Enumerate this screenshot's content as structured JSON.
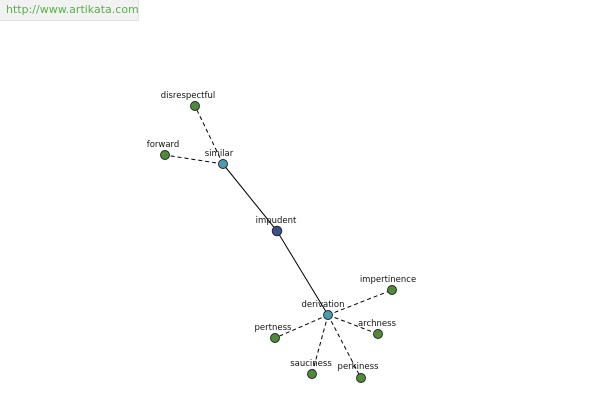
{
  "header": {
    "site_url": "http://www.artikata.com",
    "link_color": "#59b04a",
    "badge_background": "#f2f2f2"
  },
  "graph": {
    "colors": {
      "center": "#3d4e8c",
      "relation": "#4b9bb0",
      "term": "#4f8a3a"
    },
    "nodes": {
      "impudent": {
        "label": "impudent",
        "kind": "center"
      },
      "similar": {
        "label": "similar",
        "kind": "relation"
      },
      "derivation": {
        "label": "derivation",
        "kind": "relation"
      },
      "disrespectful": {
        "label": "disrespectful",
        "kind": "term"
      },
      "forward": {
        "label": "forward",
        "kind": "term"
      },
      "impertinence": {
        "label": "impertinence",
        "kind": "term"
      },
      "archness": {
        "label": "archness",
        "kind": "term"
      },
      "pertness": {
        "label": "pertness",
        "kind": "term"
      },
      "sauciness": {
        "label": "sauciness",
        "kind": "term"
      },
      "perkiness": {
        "label": "perkiness",
        "kind": "term"
      }
    },
    "edges": [
      {
        "from": "impudent",
        "to": "similar",
        "style": "solid"
      },
      {
        "from": "impudent",
        "to": "derivation",
        "style": "solid"
      },
      {
        "from": "similar",
        "to": "disrespectful",
        "style": "dashed"
      },
      {
        "from": "similar",
        "to": "forward",
        "style": "dashed"
      },
      {
        "from": "derivation",
        "to": "impertinence",
        "style": "dashed"
      },
      {
        "from": "derivation",
        "to": "archness",
        "style": "dashed"
      },
      {
        "from": "derivation",
        "to": "pertness",
        "style": "dashed"
      },
      {
        "from": "derivation",
        "to": "sauciness",
        "style": "dashed"
      },
      {
        "from": "derivation",
        "to": "perkiness",
        "style": "dashed"
      }
    ]
  }
}
